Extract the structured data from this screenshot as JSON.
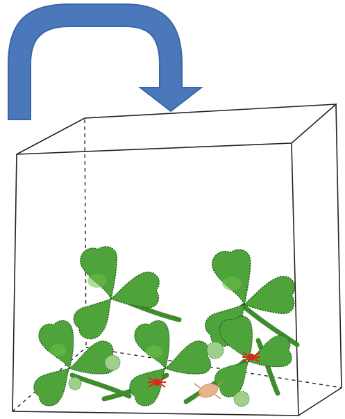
{
  "diagram": {
    "arrow_color": "#4a78bb",
    "arrow_outline": "#3a66a8",
    "leaf_fill": "#4ea33a",
    "leaf_fill_light": "#6cc14a",
    "leaf_outline": "#1e5a16",
    "mite_color": "#e2231a",
    "larva_color": "#e8b48c",
    "spot_color": "#9fd08a",
    "box_stroke": "#222222",
    "plants": [
      "clover-plant"
    ],
    "pests": [
      "spider-mite",
      "predatory-larva"
    ]
  }
}
